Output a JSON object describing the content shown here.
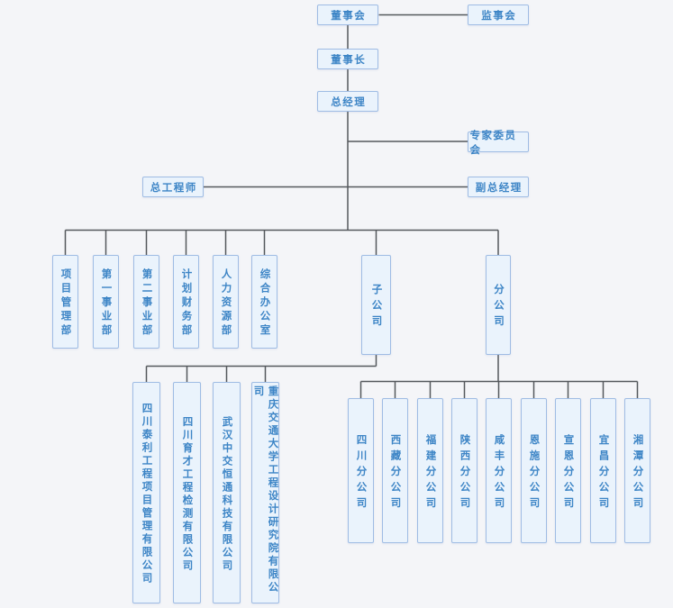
{
  "palette": {
    "background": "#f4f5f8",
    "box_fill": "#eaf3fc",
    "box_border": "#9fbce4",
    "box_text": "#3d85c6",
    "line": "#54585c"
  },
  "nodes": {
    "board": "董事会",
    "supervisory_board": "监事会",
    "chairman": "董事长",
    "general_manager": "总经理",
    "expert_committee": "专家委员会",
    "chief_engineer": "总工程师",
    "deputy_general_manager": "副总经理",
    "departments": [
      "项目管理部",
      "第一事业部",
      "第二事业部",
      "计划财务部",
      "人力资源部",
      "综合办公室"
    ],
    "subsidiaries_parent": "子公司",
    "branches_parent": "分公司",
    "subsidiaries": [
      "四川泰利工程项目管理有限公司",
      "四川育才工程检测有限公司",
      "武汉中交恒通科技有限公司",
      "重庆交通大学工程设计研究院有限公司"
    ],
    "branches": [
      "四川分公司",
      "西藏分公司",
      "福建分公司",
      "陕西分公司",
      "咸丰分公司",
      "恩施分公司",
      "宣恩分公司",
      "宜昌分公司",
      "湘潭分公司"
    ]
  }
}
